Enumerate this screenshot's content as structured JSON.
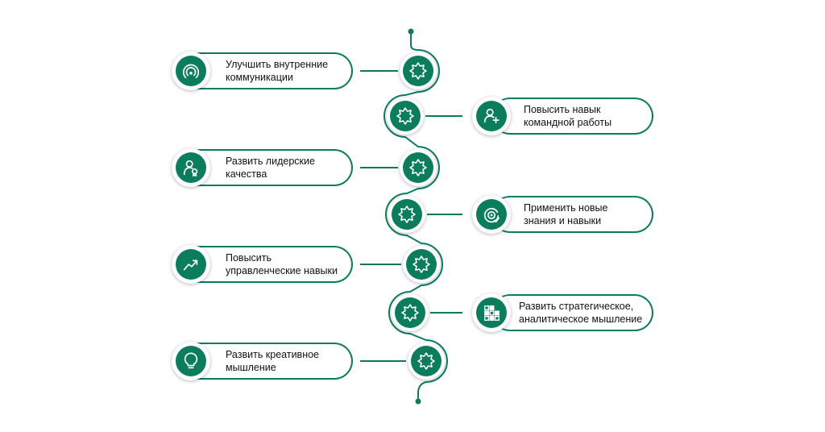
{
  "colors": {
    "accent": "#0c7d5c",
    "text": "#111111",
    "background": "#ffffff"
  },
  "goals": [
    {
      "id": "communications",
      "side": "left",
      "text": "Улучшить внутренние\nкоммуникации",
      "icon": "signal-broadcast-icon"
    },
    {
      "id": "teamwork",
      "side": "right",
      "text": "Повысить навык\nкомандной работы",
      "icon": "add-user-icon"
    },
    {
      "id": "leadership",
      "side": "left",
      "text": "Развить лидерские\nкачества",
      "icon": "user-award-icon"
    },
    {
      "id": "knowledge",
      "side": "right",
      "text": "Применить новые\nзнания и навыки",
      "icon": "target-check-icon"
    },
    {
      "id": "management",
      "side": "left",
      "text": "Повысить\nуправленческие навыки",
      "icon": "trending-up-icon"
    },
    {
      "id": "strategic",
      "side": "right",
      "text": "Развить стратегическое,\nаналитическое мышление",
      "icon": "grid-blocks-icon"
    },
    {
      "id": "creative",
      "side": "left",
      "text": "Развить креативное\nмышление",
      "icon": "lightbulb-icon"
    }
  ],
  "timeline": {
    "node_icon": "starburst-icon",
    "end_markers": "dot"
  }
}
